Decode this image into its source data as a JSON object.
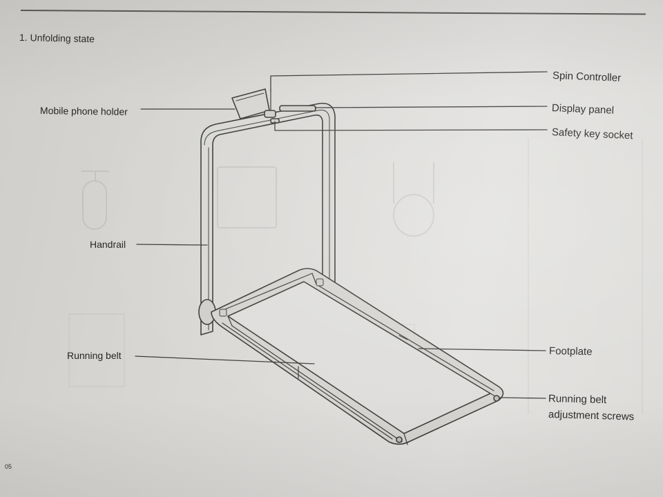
{
  "section_title": "1. Unfolding state",
  "page_number": "05",
  "callouts": {
    "spin_controller": "Spin Controller",
    "display_panel": "Display panel",
    "safety_key_socket": "Safety key socket",
    "mobile_phone_holder": "Mobile phone holder",
    "handrail": "Handrail",
    "running_belt": "Running belt",
    "footplate": "Footplate",
    "adjustment_screws_line1": "Running belt",
    "adjustment_screws_line2": "adjustment screws"
  }
}
